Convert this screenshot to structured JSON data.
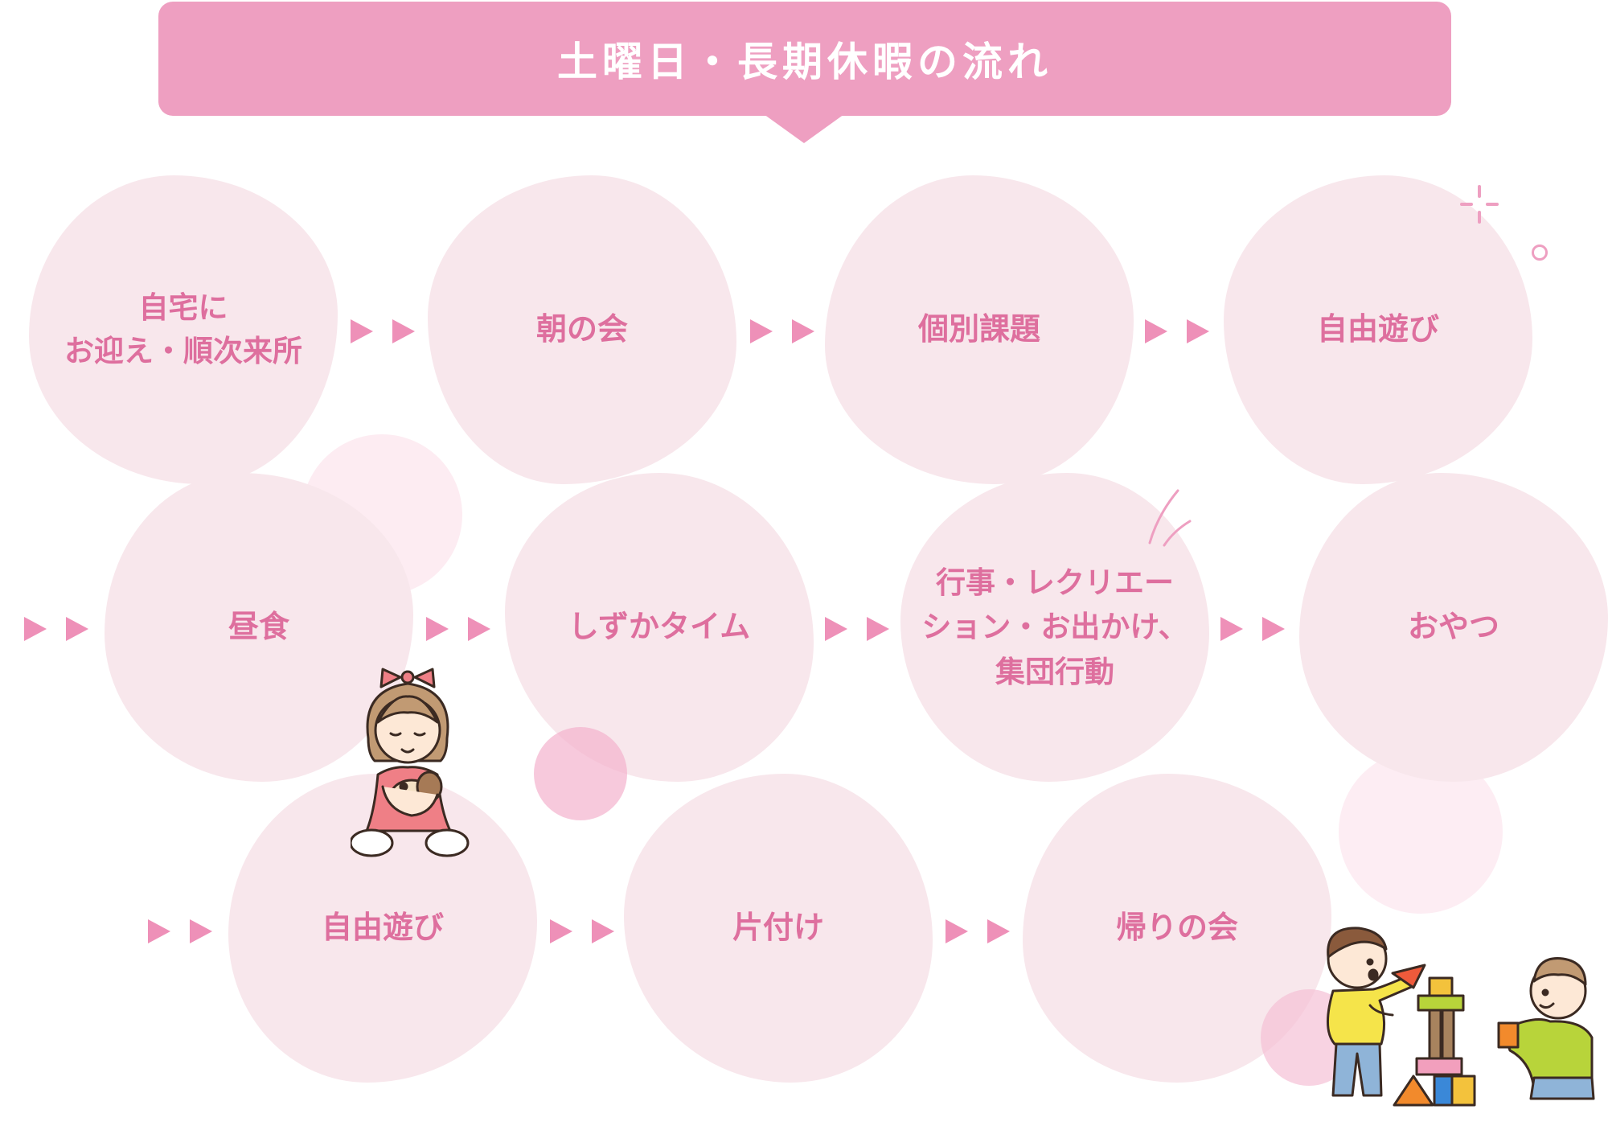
{
  "title": "土曜日・長期休暇の流れ",
  "steps": [
    {
      "id": "1",
      "label": "自宅に\nお迎え・順次来所"
    },
    {
      "id": "2",
      "label": "朝の会"
    },
    {
      "id": "3",
      "label": "個別課題"
    },
    {
      "id": "4",
      "label": "自由遊び"
    },
    {
      "id": "5",
      "label": "昼食"
    },
    {
      "id": "6",
      "label": "しずかタイム"
    },
    {
      "id": "7",
      "label": "行事・レクリエー\nション・お出かけ、\n集団行動"
    },
    {
      "id": "8",
      "label": "おやつ"
    },
    {
      "id": "9",
      "label": "自由遊び"
    },
    {
      "id": "10",
      "label": "片付け"
    },
    {
      "id": "11",
      "label": "帰りの会"
    }
  ],
  "colors": {
    "banner": "#ee9fc1",
    "bubble": "#f8e7ec",
    "label": "#de6f9e",
    "arrow": "#ee90b8"
  },
  "illustrations": [
    "girl-with-puppy",
    "boys-playing-blocks"
  ]
}
